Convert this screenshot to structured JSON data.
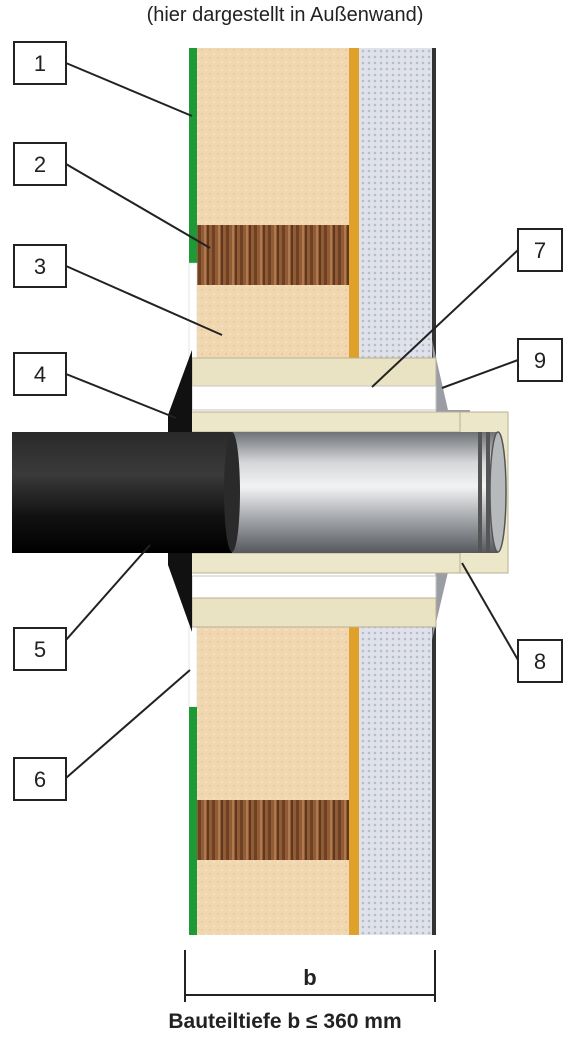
{
  "caption_top": "(hier dargestellt in Außenwand)",
  "caption_bottom": "Bauteiltiefe b ≤ 360 mm",
  "dimension_label": "b",
  "callouts": [
    "1",
    "2",
    "3",
    "4",
    "5",
    "6",
    "7",
    "8",
    "9"
  ],
  "colors": {
    "insulation": "#f1d7af",
    "wood": "#8b5a35",
    "eps": "#d9dde6",
    "green_membrane": "#1d9a36",
    "orange_layer": "#e0a12a",
    "sleeve": "#ece7c9",
    "pipe_black": "#141414",
    "pipe_steel": "#a9acb0",
    "collar": "#9a9da3"
  }
}
